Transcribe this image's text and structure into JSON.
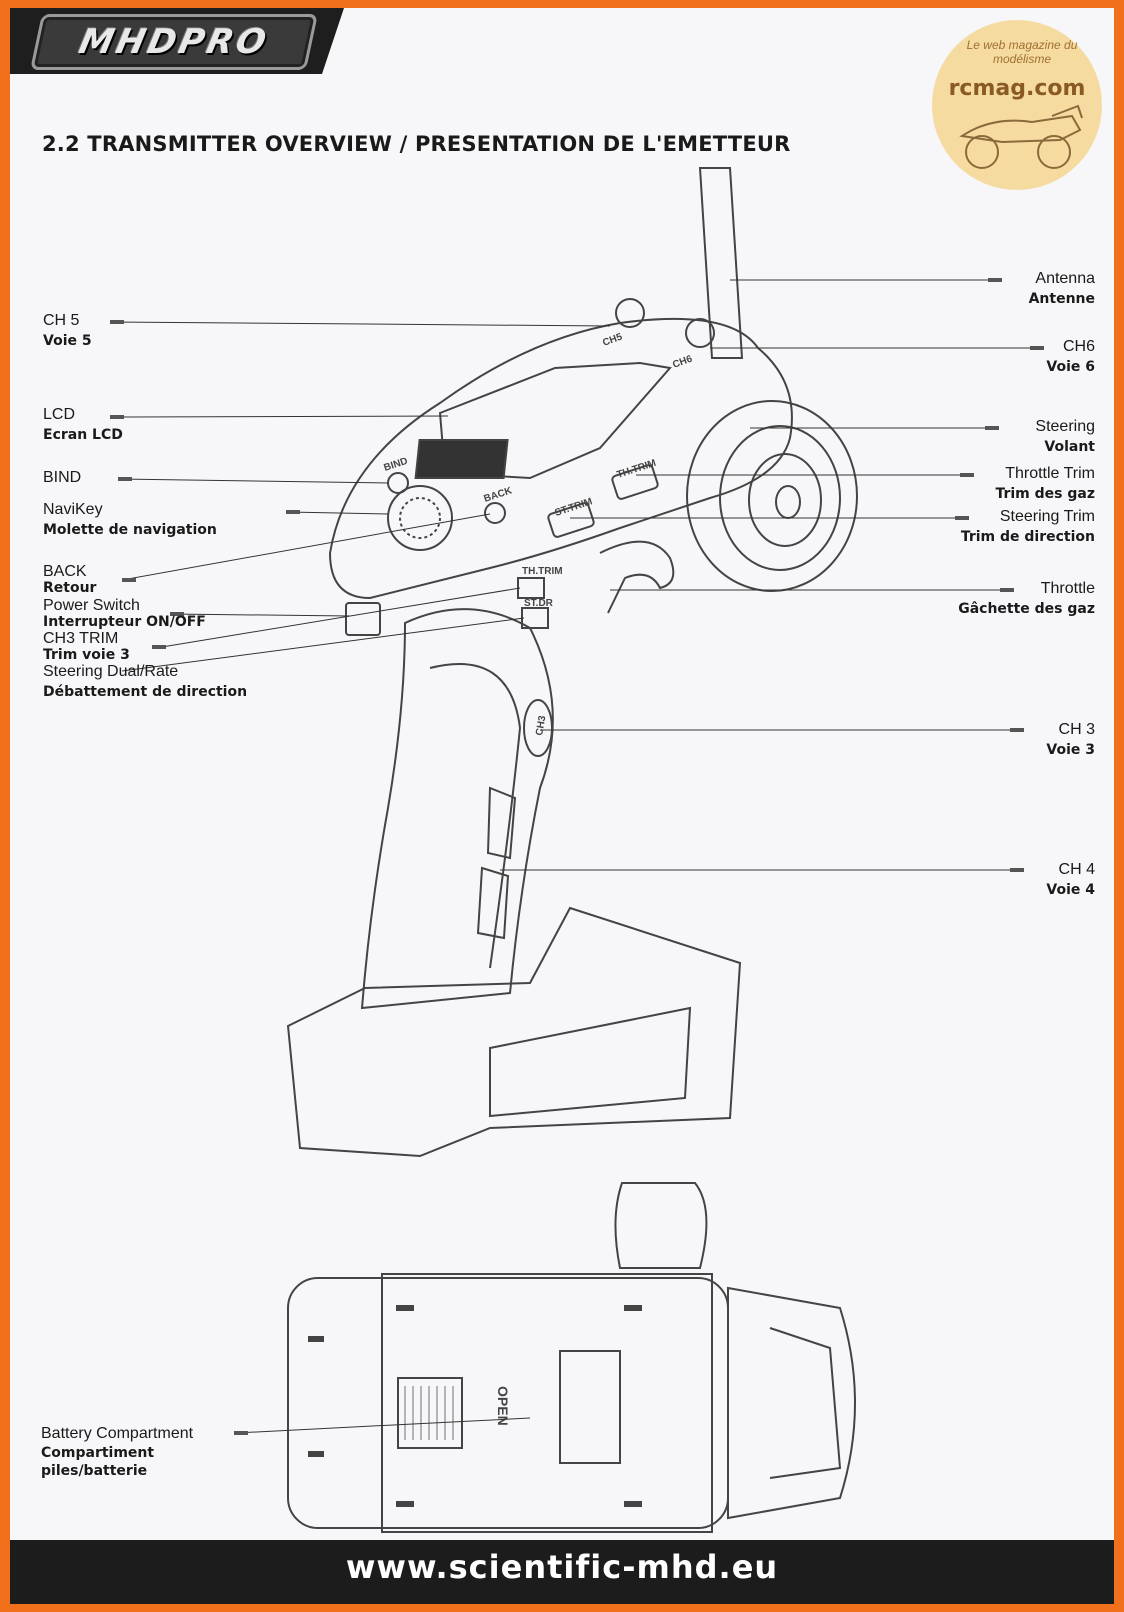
{
  "header": {
    "logo_text": "MHDPRO",
    "watermark_tagline": "Le web magazine du modélisme",
    "watermark_brand": "rcmag.com"
  },
  "title": "2.2 TRANSMITTER OVERVIEW / PRESENTATION DE L'EMETTEUR",
  "diagram": {
    "panel_labels": [
      "CH5",
      "CH6",
      "BIND",
      "BACK",
      "ST.TRIM",
      "TH.TRIM",
      "TH.TRIM",
      "ST.DR",
      "CH3",
      "OPEN"
    ]
  },
  "callouts": {
    "ch5": {
      "en": "CH 5",
      "fr": "Voie 5"
    },
    "lcd": {
      "en": "LCD",
      "fr": "Ecran LCD"
    },
    "bind": {
      "en": "BIND",
      "fr": ""
    },
    "navikey": {
      "en": "NaviKey",
      "fr": "Molette de navigation"
    },
    "back": {
      "en": "BACK",
      "fr": "Retour"
    },
    "power_switch": {
      "en": "Power Switch",
      "fr": "Interrupteur ON/OFF"
    },
    "ch3_trim": {
      "en": "CH3 TRIM",
      "fr": "Trim voie 3"
    },
    "steering_dr": {
      "en": "Steering Dual/Rate",
      "fr": "Débattement de direction"
    },
    "battery": {
      "en": "Battery Compartment",
      "fr": "Compartiment piles/batterie"
    },
    "antenna": {
      "en": "Antenna",
      "fr": "Antenne"
    },
    "ch6": {
      "en": "CH6",
      "fr": "Voie 6"
    },
    "steering": {
      "en": "Steering",
      "fr": "Volant"
    },
    "throttle_trim": {
      "en": "Throttle Trim",
      "fr": "Trim des gaz"
    },
    "steering_trim": {
      "en": "Steering Trim",
      "fr": "Trim de direction"
    },
    "throttle": {
      "en": "Throttle",
      "fr": "Gâchette des gaz"
    },
    "ch3": {
      "en": "CH 3",
      "fr": "Voie 3"
    },
    "ch4": {
      "en": "CH 4",
      "fr": "Voie 4"
    }
  },
  "footer": {
    "url": "www.scientific-mhd.eu"
  }
}
